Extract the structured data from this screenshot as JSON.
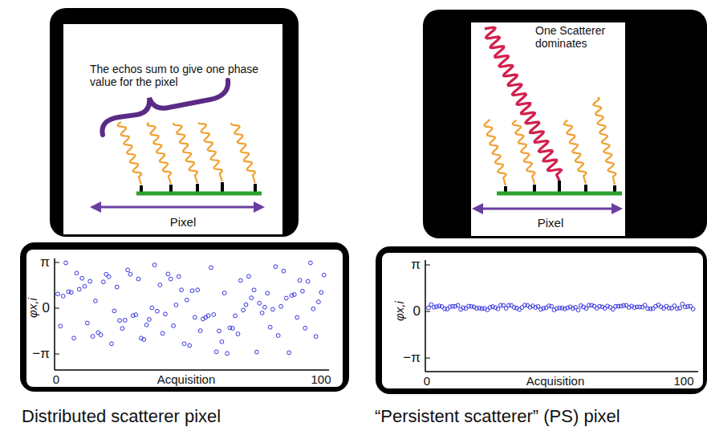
{
  "diagram": {
    "nodes": [
      {
        "text": [
          "The echos sum to give one phase value for the pixel",
          "Pixel"
        ]
      },
      {
        "text": [
          "One Scatterer dominates",
          "Pixel"
        ]
      },
      {
        "text": [
          "π",
          "0",
          "−π",
          "φx,i",
          "0",
          "Acquisition",
          "100"
        ]
      },
      {
        "text": [
          "π",
          "0",
          "−π",
          "φx,i",
          "0",
          "Acquisition",
          "100"
        ]
      }
    ],
    "edges": [],
    "labels": [
      "Distributed scatterer pixel",
      "“Persistent scatterer” (PS) pixel"
    ]
  }
}
